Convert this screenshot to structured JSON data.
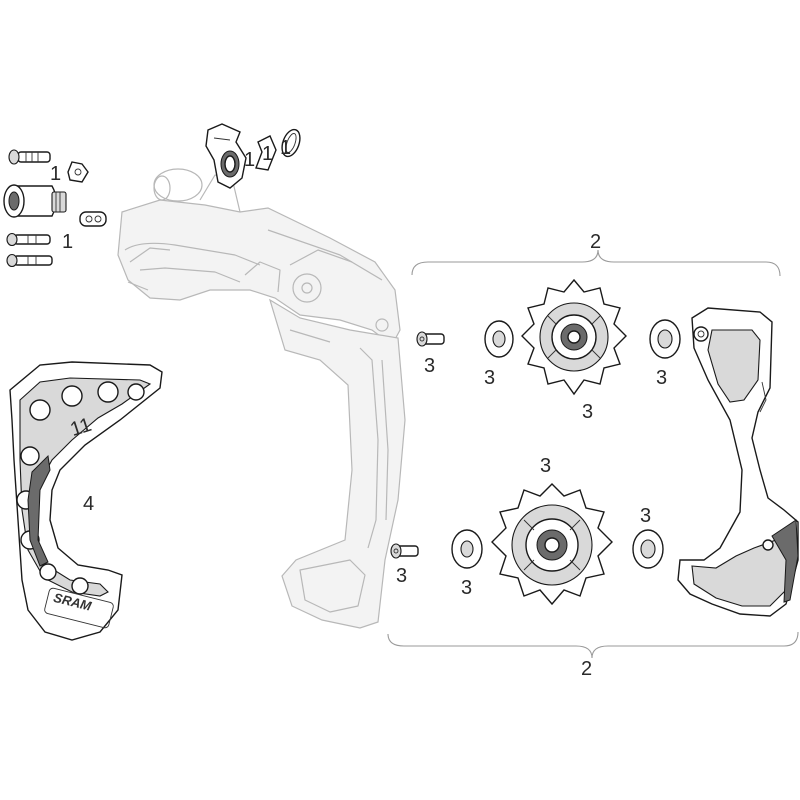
{
  "callouts": {
    "c1_bolt": "1",
    "c1_hanger": "1",
    "c1_ring_a": "1",
    "c1_ring_b": "1",
    "c1_bolts": "1",
    "c2_top": "2",
    "c2_bottom": "2",
    "c3_bolt_top": "3",
    "c3_washer_top_left": "3",
    "c3_washer_top_right": "3",
    "c3_pulley_top": "3",
    "c3_pulley_bottom": "3",
    "c3_bolt_bottom": "3",
    "c3_washer_bottom_left": "3",
    "c3_washer_bottom_right": "3",
    "c4_guard": "4"
  },
  "markings": {
    "guard_number": "11",
    "guard_brand": "SRAM"
  }
}
